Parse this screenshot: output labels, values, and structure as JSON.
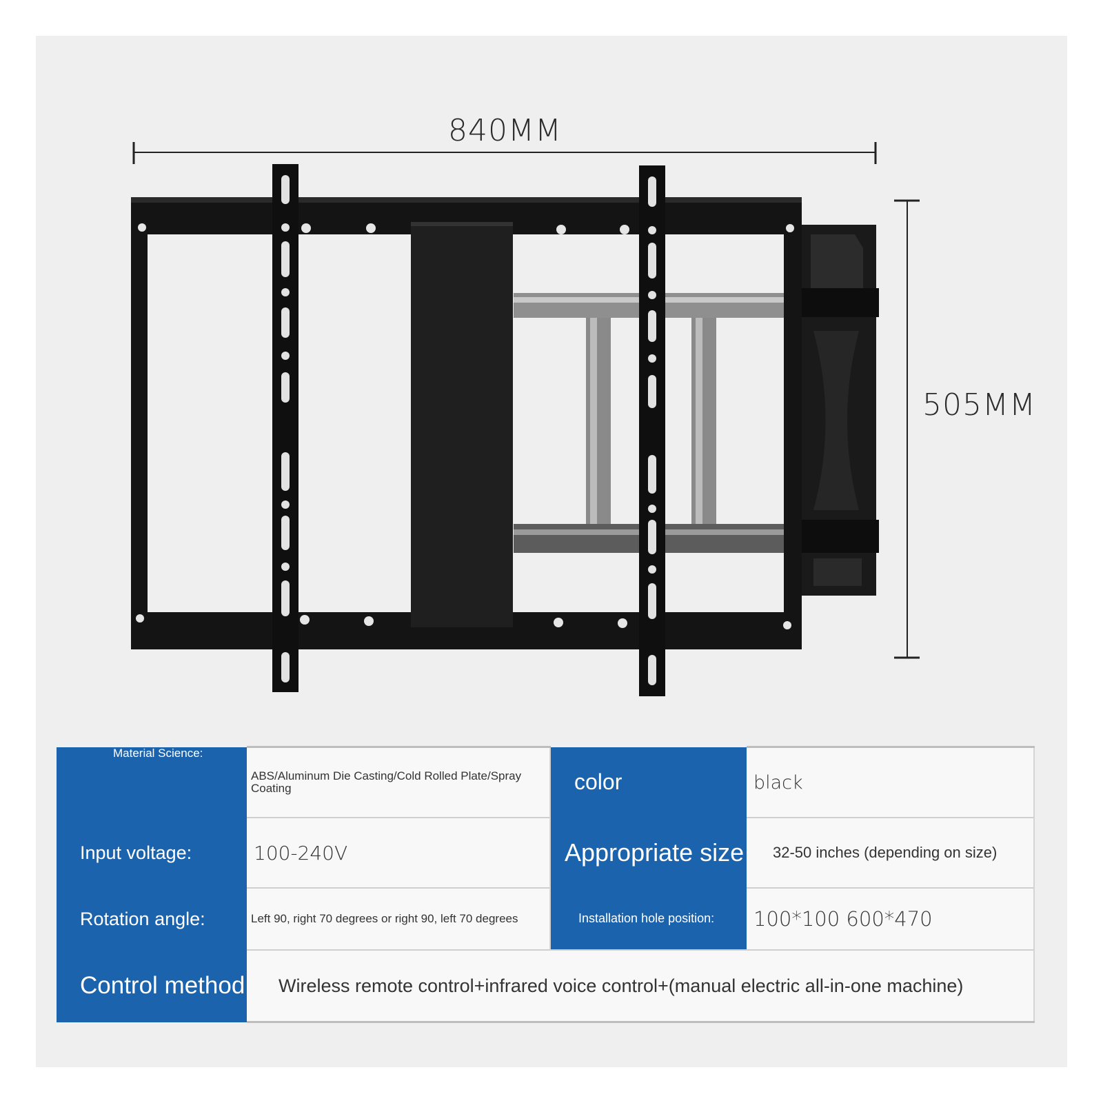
{
  "dimensions": {
    "width": "840MM",
    "height": "505MM"
  },
  "colors": {
    "key_bg": "#1c63ad",
    "panel_bg": "#efefef",
    "mount": "#111111"
  },
  "specs": {
    "material_label": "Material Science:",
    "material_value": "ABS/Aluminum Die Casting/Cold Rolled Plate/Spray Coating",
    "color_label": "color",
    "color_value": "black",
    "voltage_label": "Input voltage:",
    "voltage_value": "100-240V",
    "size_label": "Appropriate size",
    "size_value": "32-50 inches (depending on size)",
    "rotation_label": "Rotation angle:",
    "rotation_value": "Left 90, right 70 degrees or right 90, left 70 degrees",
    "hole_label": "Installation hole position:",
    "hole_value": "100*100 600*470",
    "control_label": "Control method",
    "control_value": "Wireless remote control+infrared voice control+(manual electric all-in-one machine)"
  }
}
